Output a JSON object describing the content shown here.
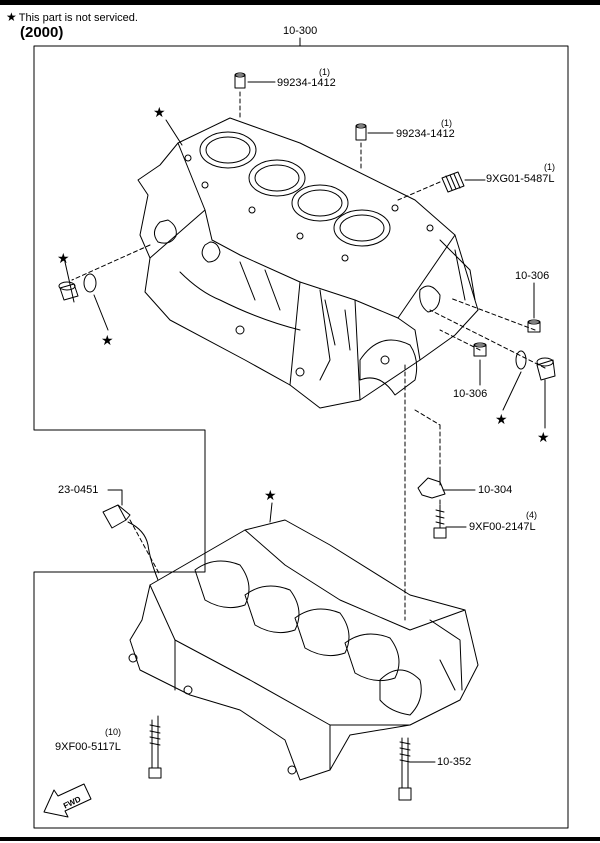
{
  "header": {
    "note_symbol": "★",
    "note_text": "This part is not serviced.",
    "diagram_code": "(2000)"
  },
  "labels": {
    "assembly_top": "10-300",
    "pin_upper_part": "99234-1412",
    "pin_upper_qty": "(1)",
    "pin_lower_part": "99234-1412",
    "pin_lower_qty": "(1)",
    "plug_part": "9XG01-5487L",
    "plug_qty": "(1)",
    "dowel_right": "10-306",
    "dowel_center": "10-306",
    "sensor": "23-0451",
    "nozzle": "10-304",
    "nozzle_bolt_part": "9XF00-2147L",
    "nozzle_bolt_qty": "(4)",
    "main_bolt_part": "9XF00-5117L",
    "main_bolt_qty": "(10)",
    "bolt_right": "10-352",
    "fwd": "FWD"
  },
  "colors": {
    "line": "#000000",
    "background": "#ffffff"
  }
}
